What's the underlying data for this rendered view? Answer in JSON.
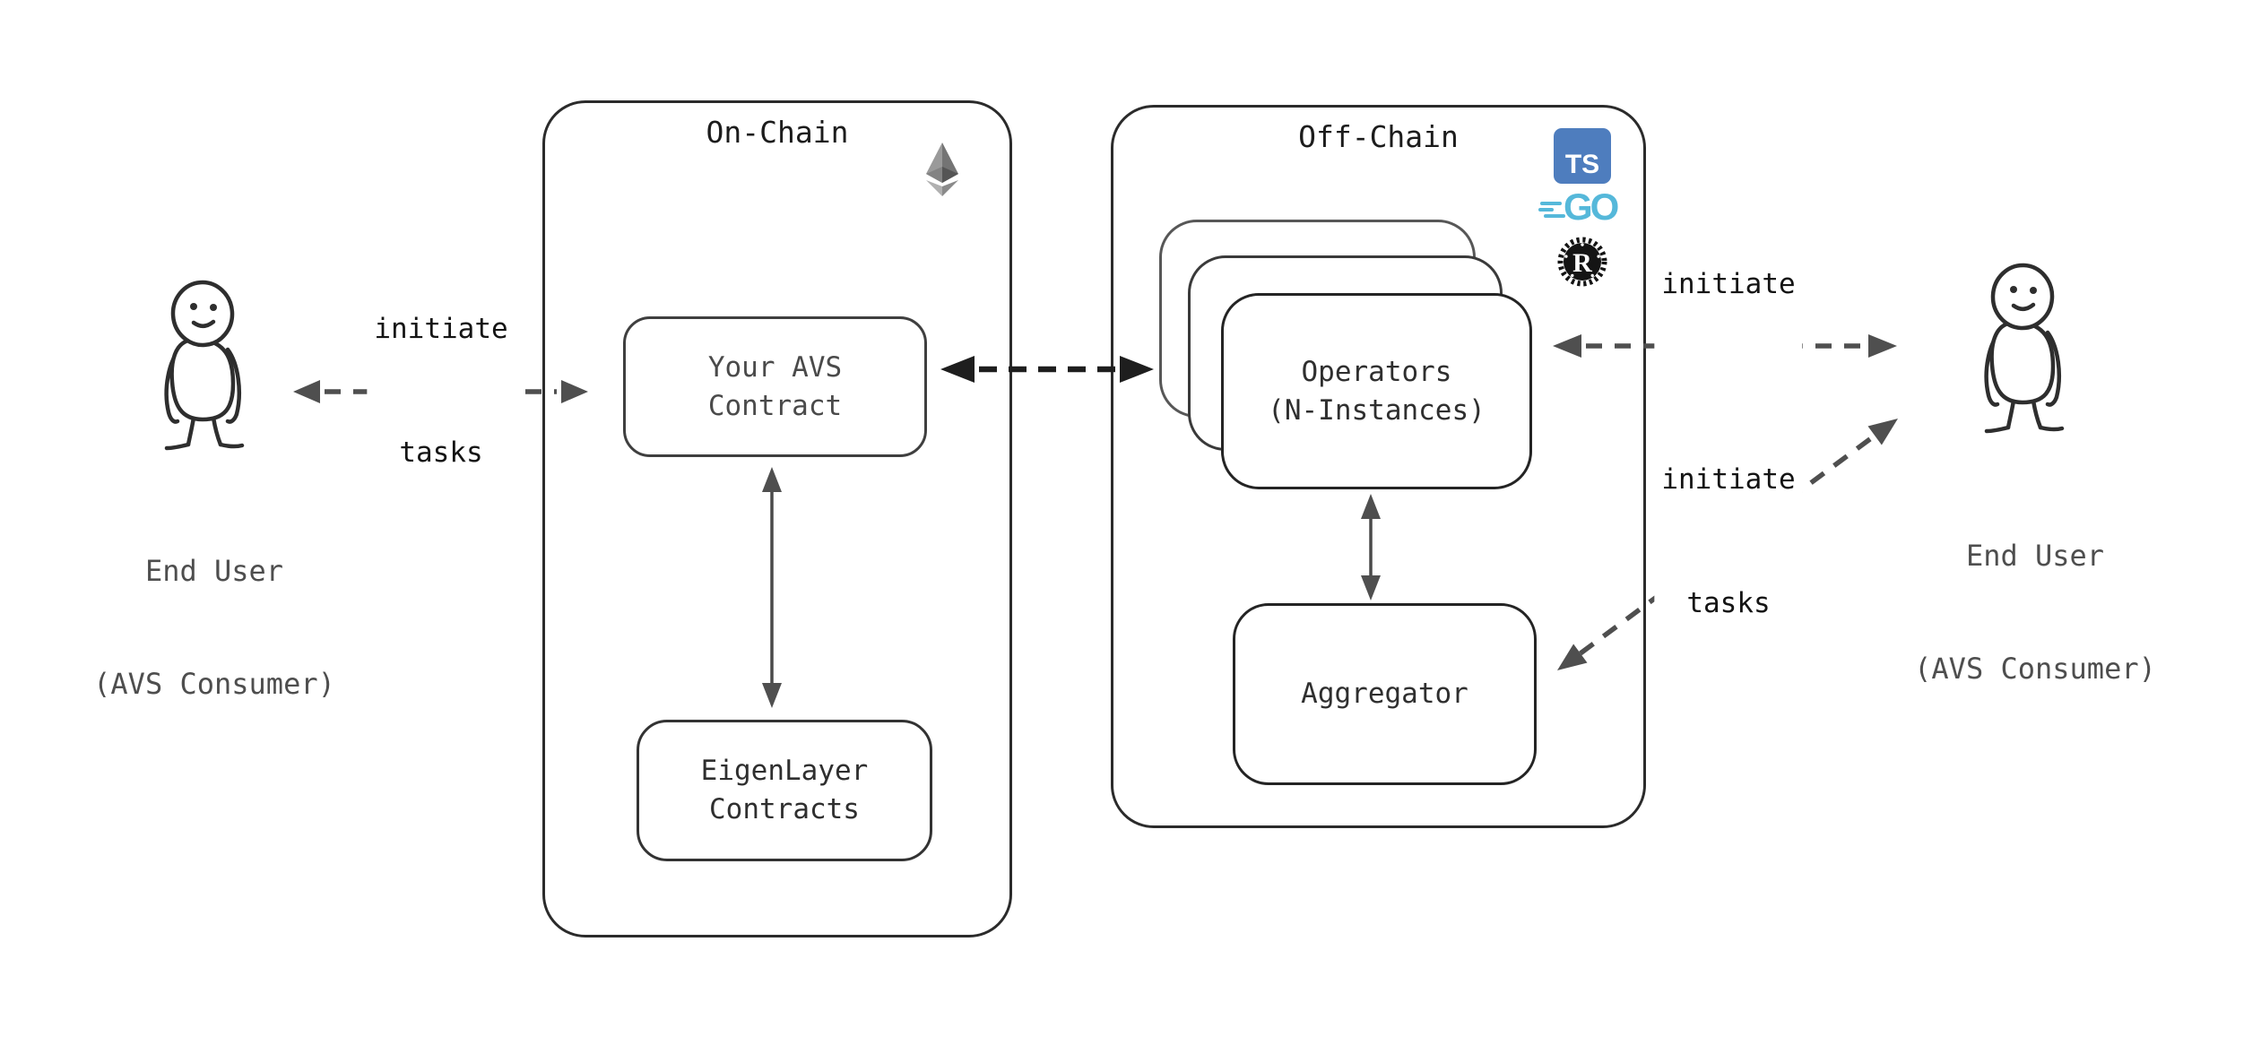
{
  "diagram": {
    "on_chain": {
      "title": "On-Chain",
      "your_avs_contract": {
        "line1": "Your AVS",
        "line2": "Contract"
      },
      "eigenlayer_contracts": {
        "line1": "EigenLayer",
        "line2": "Contracts"
      }
    },
    "off_chain": {
      "title": "Off-Chain",
      "operators": {
        "line1": "Operators",
        "line2": "(N-Instances)"
      },
      "aggregator": {
        "label": "Aggregator"
      }
    },
    "left_user": {
      "line1": "End User",
      "line2": "(AVS Consumer)"
    },
    "right_user": {
      "line1": "End User",
      "line2": "(AVS Consumer)"
    },
    "arrow_labels": {
      "left": {
        "line1": "initiate",
        "line2": "tasks"
      },
      "right_top": {
        "line1": "initiate",
        "line2": "tasks"
      },
      "right_diagonal": {
        "line1": "initiate",
        "line2": "tasks"
      }
    },
    "tech_icons": {
      "typescript": "TS",
      "go": "GO",
      "rust": "R",
      "ethereum": "ethereum-logo"
    },
    "colors": {
      "ts_blue": "#4e7dbe",
      "go_blue": "#55b8da",
      "rust_black": "#141414",
      "stroke_dark": "#1e1e1e",
      "stroke_gray": "#4f4f4f",
      "border_dark": "#2b2b2b"
    }
  }
}
